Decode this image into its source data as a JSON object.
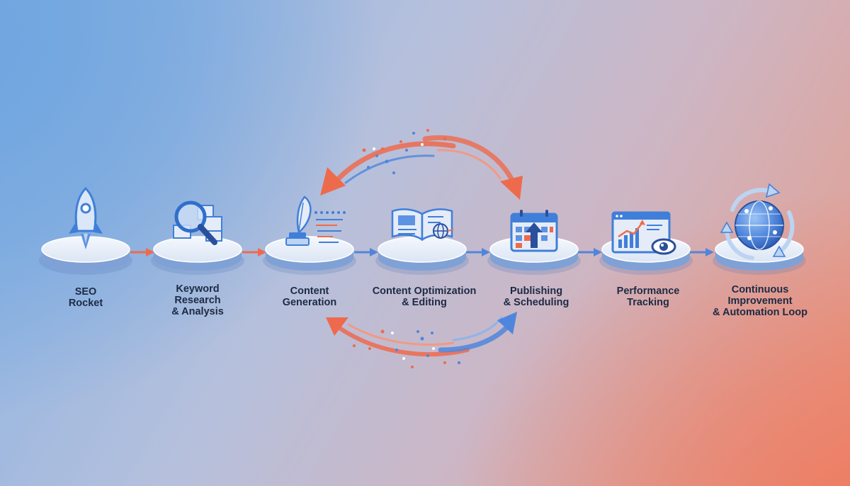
{
  "steps": [
    {
      "label": "SEO\nRocket",
      "icon": "rocket-icon"
    },
    {
      "label": "Keyword\nResearch\n& Analysis",
      "icon": "magnifier-icon"
    },
    {
      "label": "Content\nGeneration",
      "icon": "quill-pen-icon"
    },
    {
      "label": "Content Optimization\n& Editing",
      "icon": "open-book-globe-icon"
    },
    {
      "label": "Publishing\n& Scheduling",
      "icon": "calendar-upload-icon"
    },
    {
      "label": "Performance\nTracking",
      "icon": "analytics-eye-icon"
    },
    {
      "label": "Continuous\nImprovement\n& Automation Loop",
      "icon": "globe-cycle-icon"
    }
  ],
  "colors": {
    "blue": "#3f7fd9",
    "dark_blue": "#2a4f9c",
    "light_blue": "#bcd4f2",
    "coral": "#ee6a4c",
    "pedestal_top": "#e8eef8",
    "pedestal_side": "#7fa1d6"
  }
}
